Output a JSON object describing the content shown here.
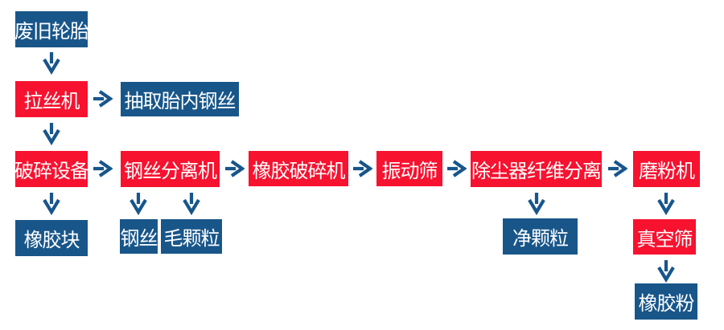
{
  "colors": {
    "process_box": "#f7122f",
    "output_box": "#18568a",
    "arrow": "#17568c",
    "text": "#ffffff",
    "background": "#ffffff"
  },
  "flowchart": {
    "nodes": {
      "waste_tires": {
        "label": "废旧轮胎",
        "kind": "output"
      },
      "wire_drawing_machine": {
        "label": "拉丝机",
        "kind": "process"
      },
      "extract_inner_steel_wire": {
        "label": "抽取胎内钢丝",
        "kind": "output"
      },
      "crushing_equipment": {
        "label": "破碎设备",
        "kind": "process"
      },
      "rubber_blocks": {
        "label": "橡胶块",
        "kind": "output"
      },
      "steel_wire_separator": {
        "label": "钢丝分离机",
        "kind": "process"
      },
      "steel_wire": {
        "label": "钢丝",
        "kind": "output"
      },
      "coarse_granules": {
        "label": "毛颗粒",
        "kind": "output"
      },
      "rubber_crusher": {
        "label": "橡胶破碎机",
        "kind": "process"
      },
      "vibrating_screen": {
        "label": "振动筛",
        "kind": "process"
      },
      "dust_collector_fiber_separation": {
        "label": "除尘器纤维分离",
        "kind": "process"
      },
      "clean_granules": {
        "label": "净颗粒",
        "kind": "output"
      },
      "grinding_machine": {
        "label": "磨粉机",
        "kind": "process"
      },
      "vacuum_screen": {
        "label": "真空筛",
        "kind": "process"
      },
      "rubber_powder": {
        "label": "橡胶粉",
        "kind": "output"
      }
    },
    "edges": [
      {
        "from": "waste_tires",
        "to": "wire_drawing_machine",
        "direction": "down"
      },
      {
        "from": "wire_drawing_machine",
        "to": "extract_inner_steel_wire",
        "direction": "right"
      },
      {
        "from": "wire_drawing_machine",
        "to": "crushing_equipment",
        "direction": "down"
      },
      {
        "from": "crushing_equipment",
        "to": "rubber_blocks",
        "direction": "down"
      },
      {
        "from": "crushing_equipment",
        "to": "steel_wire_separator",
        "direction": "right"
      },
      {
        "from": "steel_wire_separator",
        "to": "steel_wire",
        "direction": "down"
      },
      {
        "from": "steel_wire_separator",
        "to": "coarse_granules",
        "direction": "down"
      },
      {
        "from": "steel_wire_separator",
        "to": "rubber_crusher",
        "direction": "right"
      },
      {
        "from": "rubber_crusher",
        "to": "vibrating_screen",
        "direction": "right"
      },
      {
        "from": "vibrating_screen",
        "to": "dust_collector_fiber_separation",
        "direction": "right"
      },
      {
        "from": "dust_collector_fiber_separation",
        "to": "clean_granules",
        "direction": "down"
      },
      {
        "from": "dust_collector_fiber_separation",
        "to": "grinding_machine",
        "direction": "right"
      },
      {
        "from": "grinding_machine",
        "to": "vacuum_screen",
        "direction": "down"
      },
      {
        "from": "vacuum_screen",
        "to": "rubber_powder",
        "direction": "down"
      }
    ]
  }
}
